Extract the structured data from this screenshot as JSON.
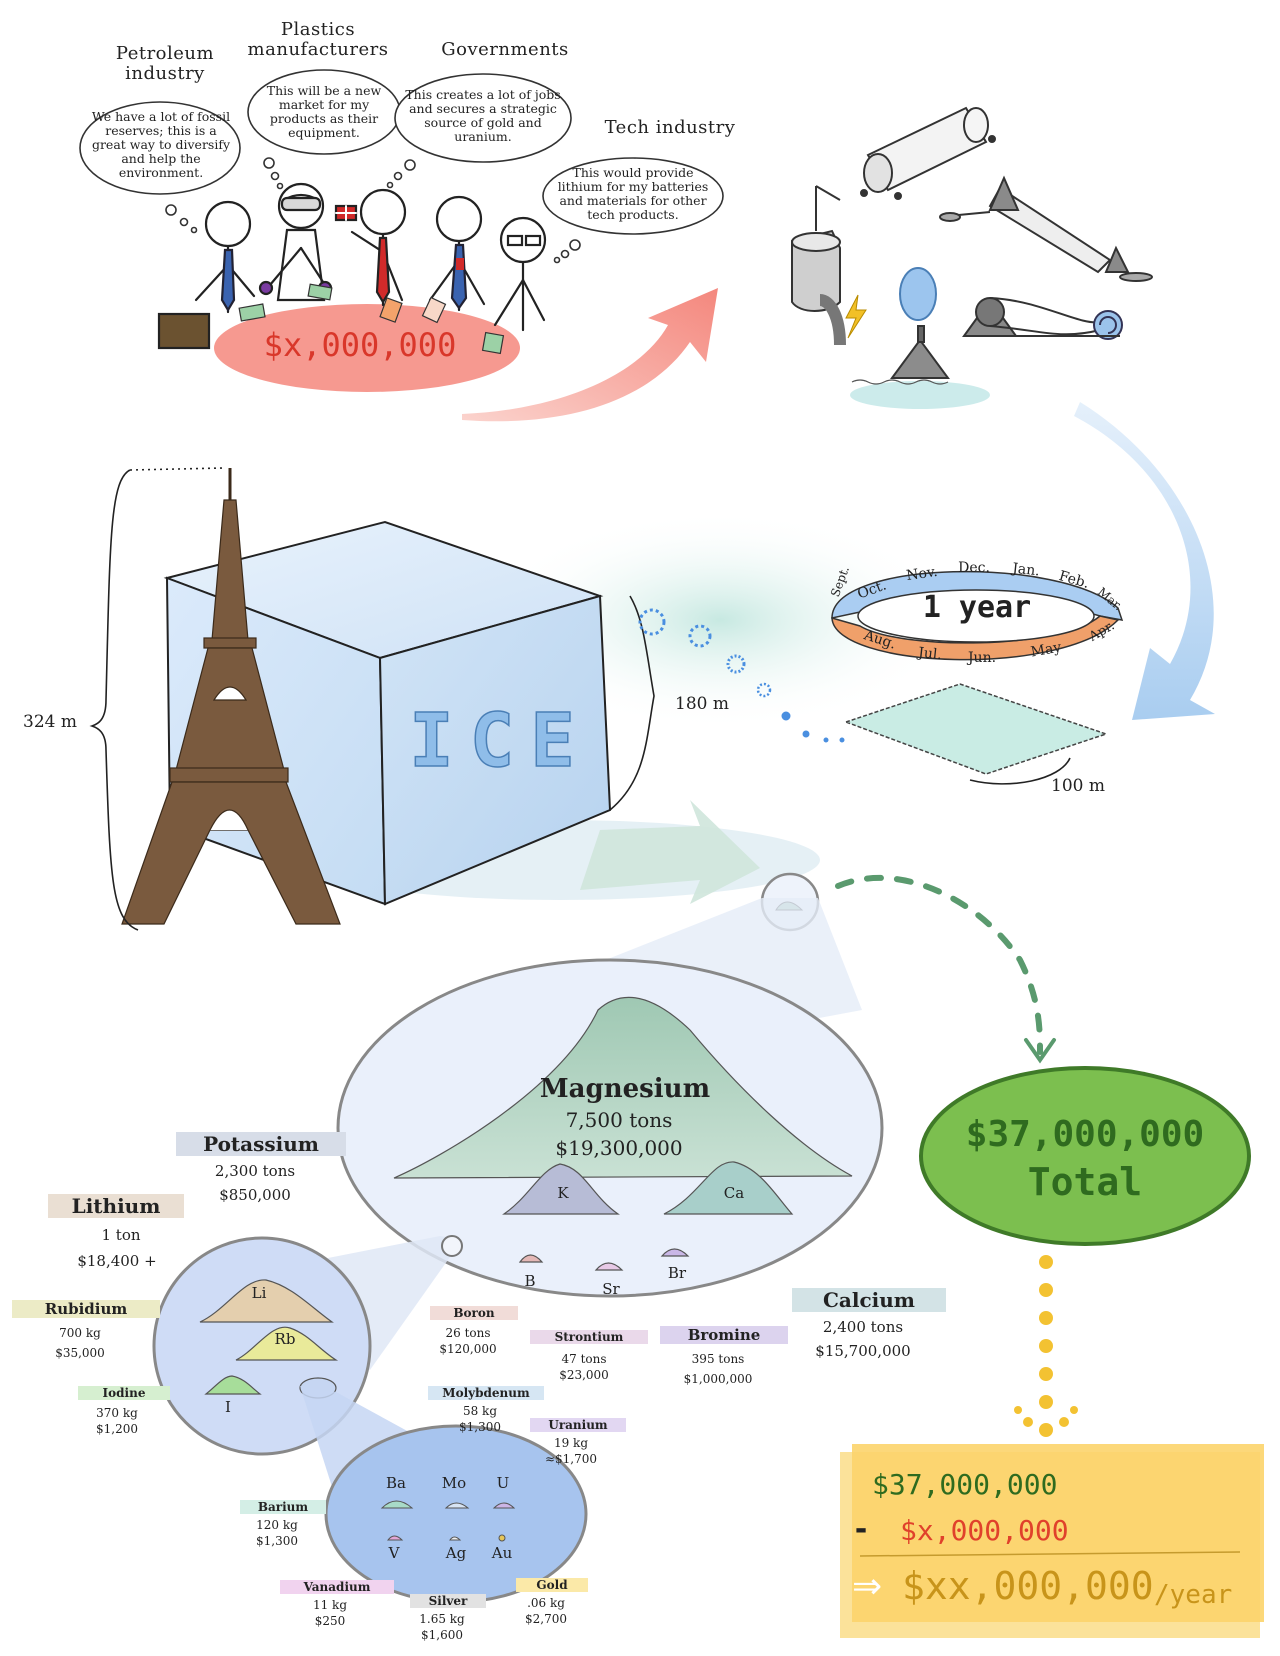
{
  "stakeholders": [
    {
      "name": "Petroleum\nindustry",
      "quote": "We have a lot of fossil reserves; this is a great way to diversify and help the environment."
    },
    {
      "name": "Plastics\nmanufacturers",
      "quote": "This will be a new market for my products as their equipment."
    },
    {
      "name": "Governments",
      "quote": "This creates a lot of jobs and secures a strategic source of gold and uranium."
    },
    {
      "name": "Tech industry",
      "quote": "This would provide lithium for my batteries and materials for other tech products."
    }
  ],
  "investment": "$x,000,000",
  "ice": {
    "label": "ICE",
    "tower_height": "324 m",
    "side": "180 m",
    "slab_side": "100 m",
    "timeline_center": "1 year",
    "months_top": [
      "Sept.",
      "Oct.",
      "Nov.",
      "Dec.",
      "Jan.",
      "Feb.",
      "Mar."
    ],
    "months_bottom": [
      "Apr.",
      "May",
      "Jun.",
      "Jul.",
      "Aug."
    ]
  },
  "minerals": {
    "magnesium": {
      "name": "Magnesium",
      "amount": "7,500 tons",
      "value": "$19,300,000"
    },
    "potassium": {
      "name": "Potassium",
      "amount": "2,300 tons",
      "value": "$850,000"
    },
    "calcium": {
      "name": "Calcium",
      "amount": "2,400 tons",
      "value": "$15,700,000"
    },
    "lithium": {
      "name": "Lithium",
      "amount": "1 ton",
      "value": "$18,400 +"
    },
    "rubidium": {
      "name": "Rubidium",
      "amount": "700 kg",
      "value": "$35,000"
    },
    "iodine": {
      "name": "Iodine",
      "amount": "370 kg",
      "value": "$1,200"
    },
    "boron": {
      "name": "Boron",
      "amount": "26 tons",
      "value": "$120,000"
    },
    "strontium": {
      "name": "Strontium",
      "amount": "47 tons",
      "value": "$23,000"
    },
    "bromine": {
      "name": "Bromine",
      "amount": "395 tons",
      "value": "$1,000,000"
    },
    "molybdenum": {
      "name": "Molybdenum",
      "amount": "58 kg",
      "value": "$1,300"
    },
    "uranium": {
      "name": "Uranium",
      "amount": "19 kg",
      "value": "≈$1,700"
    },
    "barium": {
      "name": "Barium",
      "amount": "120 kg",
      "value": "$1,300"
    },
    "vanadium": {
      "name": "Vanadium",
      "amount": "11 kg",
      "value": "$250"
    },
    "silver": {
      "name": "Silver",
      "amount": "1.65 kg",
      "value": "$1,600"
    },
    "gold": {
      "name": "Gold",
      "amount": ".06 kg",
      "value": "$2,700"
    }
  },
  "pile_symbols": {
    "K": "K",
    "Ca": "Ca",
    "B": "B",
    "Sr": "Sr",
    "Br": "Br",
    "Li": "Li",
    "Rb": "Rb",
    "I": "I",
    "Ba": "Ba",
    "Mo": "Mo",
    "U": "U",
    "V": "V",
    "Ag": "Ag",
    "Au": "Au"
  },
  "total": {
    "line1": "$37,000,000",
    "line2": "Total"
  },
  "result": {
    "revenue": "$37,000,000",
    "minus_sign": "-",
    "cost": "$x,000,000",
    "arrow": "⇒",
    "profit": "$xx,000,000",
    "per": "/year"
  },
  "colors": {
    "salmon": "#f4877d",
    "ice_blue": "#cfe4f7",
    "green_total": "#7cbf4f",
    "yellow_box": "#fcd46b",
    "red_text": "#e0412b",
    "green_text": "#2f6b1f",
    "tag_potassium": "#d7dde8",
    "tag_lithium": "#eadfd3",
    "tag_rubidium": "#ecebc6",
    "tag_iodine": "#d6efd0",
    "tag_boron": "#f1dcd8",
    "tag_strontium": "#ead9ea",
    "tag_bromine": "#dcd3ee",
    "tag_calcium": "#d3e3e6",
    "tag_molybdenum": "#d6e6f3",
    "tag_uranium": "#e2d7f2",
    "tag_barium": "#d4eee6",
    "tag_vanadium": "#f1d3ef",
    "tag_silver": "#e2e2e2",
    "tag_gold": "#fbe9a8"
  }
}
